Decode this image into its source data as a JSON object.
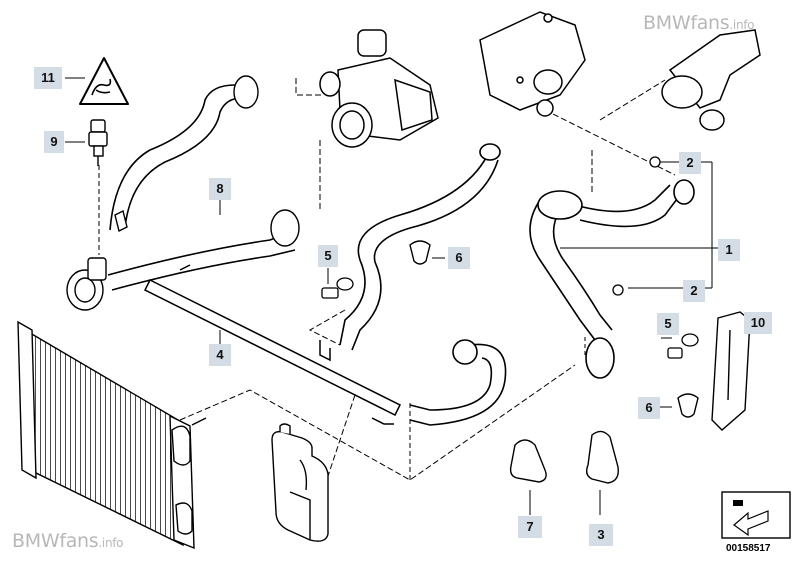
{
  "watermark": {
    "top_main": "BMWfans",
    "top_suffix": ".info",
    "bottom_main": "BMWfans",
    "bottom_suffix": ".info"
  },
  "diagram_number": "00158517",
  "callouts": [
    {
      "id": "c11",
      "label": "11"
    },
    {
      "id": "c9",
      "label": "9"
    },
    {
      "id": "c8",
      "label": "8"
    },
    {
      "id": "c5a",
      "label": "5"
    },
    {
      "id": "c6a",
      "label": "6"
    },
    {
      "id": "c4",
      "label": "4"
    },
    {
      "id": "c2a",
      "label": "2"
    },
    {
      "id": "c1",
      "label": "1"
    },
    {
      "id": "c2b",
      "label": "2"
    },
    {
      "id": "c5b",
      "label": "5"
    },
    {
      "id": "c10",
      "label": "10"
    },
    {
      "id": "c6b",
      "label": "6"
    },
    {
      "id": "c7",
      "label": "7"
    },
    {
      "id": "c3",
      "label": "3"
    }
  ],
  "colors": {
    "line": "#000000",
    "callout_bg": "#d4dde6",
    "watermark": "#b8b8b8"
  },
  "icons": [
    "warning-triangle-icon",
    "sensor-connector-icon",
    "next-page-arrow-icon"
  ]
}
